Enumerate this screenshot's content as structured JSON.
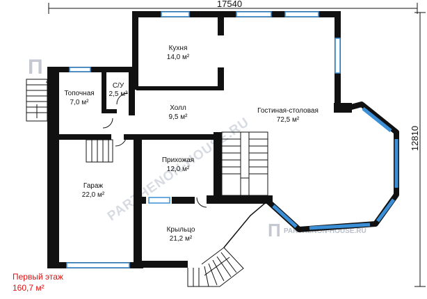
{
  "dimensions": {
    "width_label": "17540",
    "height_label": "12810"
  },
  "rooms": [
    {
      "id": "kitchen",
      "name": "Кухня",
      "area": "14,0 м²"
    },
    {
      "id": "boiler",
      "name": "Топочная",
      "area": "7,0 м²"
    },
    {
      "id": "wc",
      "name": "С/У",
      "area": "2,5 м²"
    },
    {
      "id": "hall",
      "name": "Холл",
      "area": "9,5 м²"
    },
    {
      "id": "living",
      "name": "Гостиная-столовая",
      "area": "72,5 м²"
    },
    {
      "id": "entrance",
      "name": "Прихожая",
      "area": "12,0 м²"
    },
    {
      "id": "garage",
      "name": "Гараж",
      "area": "22,0 м²"
    },
    {
      "id": "porch",
      "name": "Крыльцо",
      "area": "21,2 м²"
    }
  ],
  "caption": {
    "title": "Первый этаж",
    "total_area": "160,7 м²"
  },
  "watermark": {
    "text": "PARTHENON-HOUSE.RU"
  },
  "colors": {
    "wall": "#111111",
    "window": "#3b8fd6",
    "caption": "#dd1111",
    "watermark": "#b9bfc9"
  }
}
